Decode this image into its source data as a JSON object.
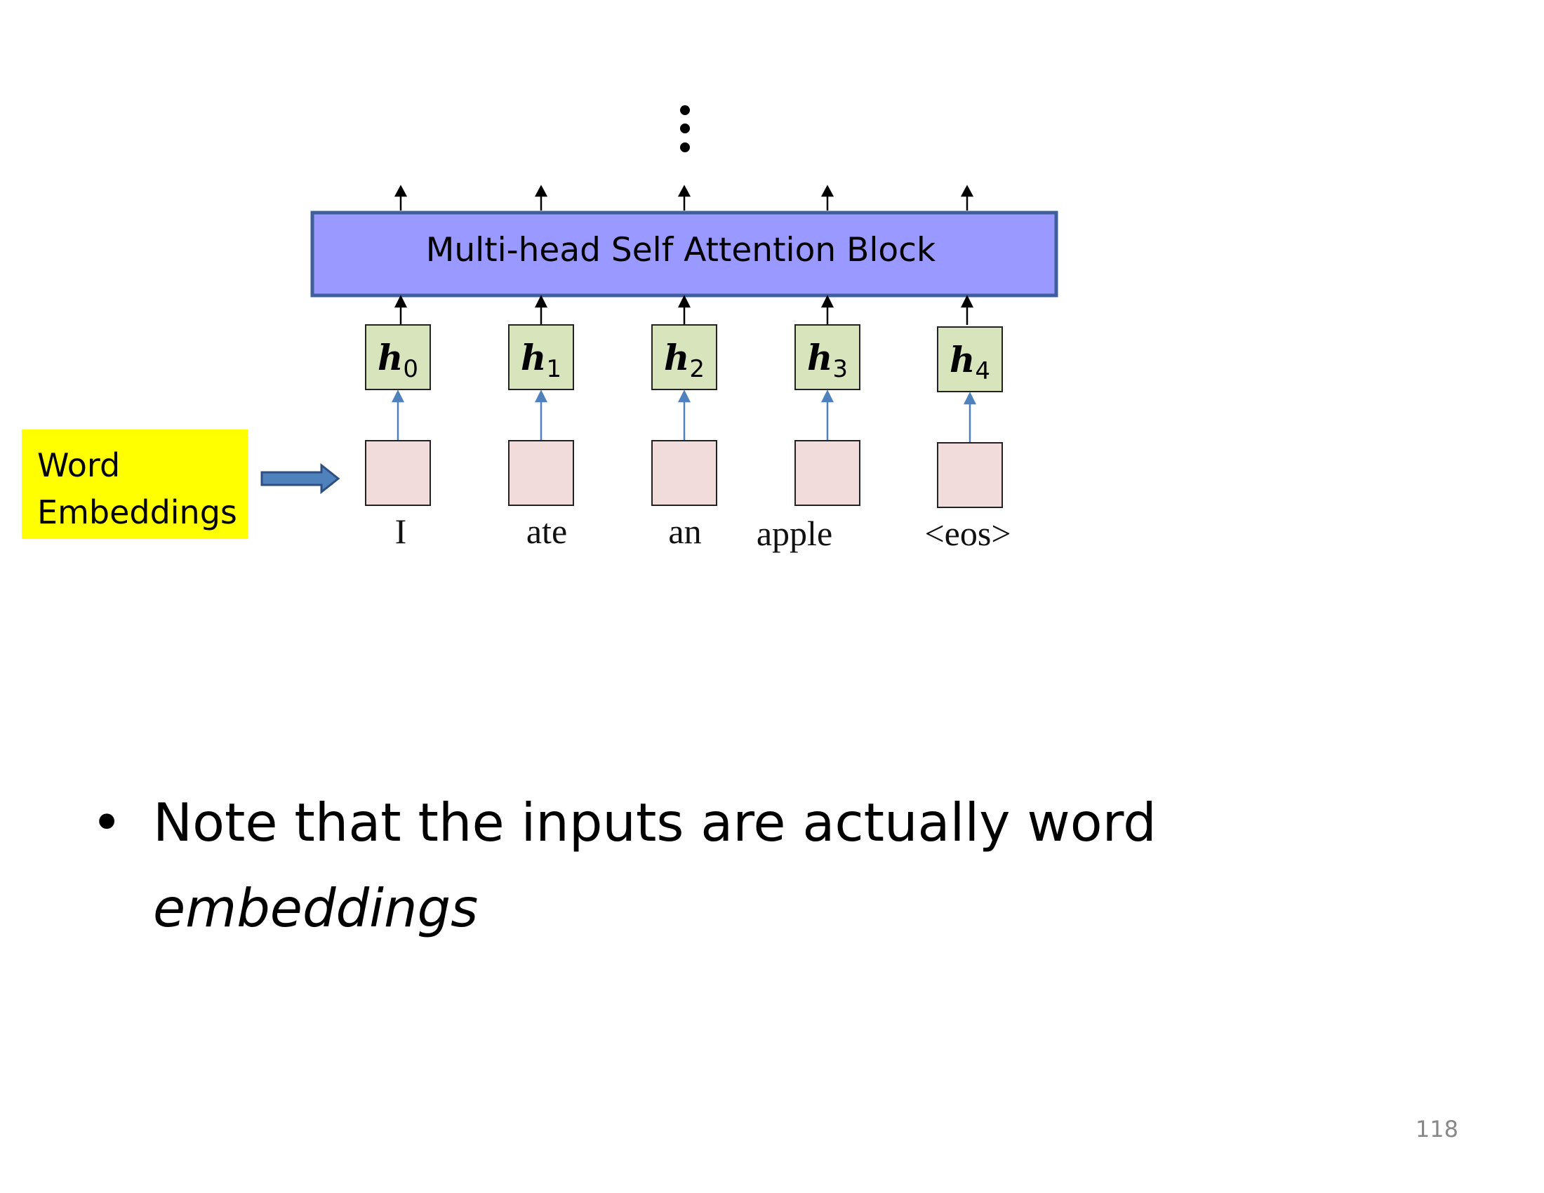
{
  "diagram": {
    "block_label": "Multi-head Self Attention Block",
    "hidden_states": [
      {
        "var": "h",
        "sub": "0"
      },
      {
        "var": "h",
        "sub": "1"
      },
      {
        "var": "h",
        "sub": "2"
      },
      {
        "var": "h",
        "sub": "3"
      },
      {
        "var": "h",
        "sub": "4"
      }
    ],
    "tokens": [
      "I",
      "ate",
      "an",
      "apple",
      "<eos>"
    ],
    "ellipsis": "⋮",
    "callout": {
      "line1": "Word",
      "line2": "Embeddings"
    },
    "colors": {
      "block_fill": "#9999ff",
      "block_border": "#3f5f9a",
      "hidden_fill": "#d8e4bc",
      "embedding_fill": "#f2dcdb",
      "callout_fill": "#ffff00",
      "up_arrow": "#4f81bd",
      "block_arrow": "#4f81bd"
    }
  },
  "bullet": {
    "text_line1": "Note that the inputs are actually word",
    "text_line2": "embeddings"
  },
  "page_number": "118"
}
